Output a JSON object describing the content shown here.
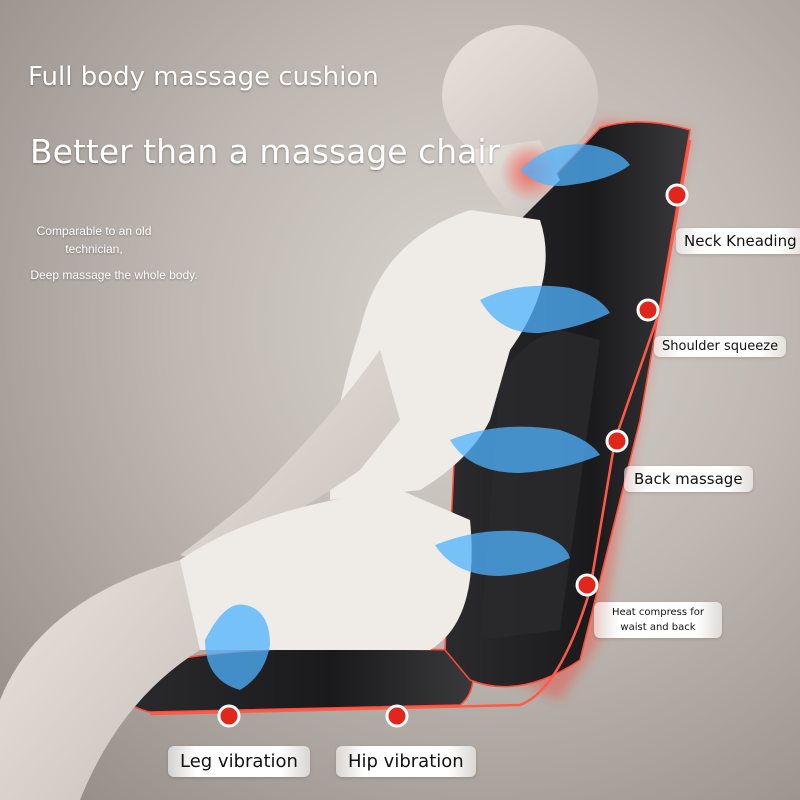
{
  "headline": {
    "title": "Full body massage cushion",
    "subtitle": "Better than a massage chair"
  },
  "description": {
    "line1": "Comparable to an old technician,",
    "line2": "Deep massage the whole body."
  },
  "labels": {
    "neck": "Neck Kneading",
    "shoulder": "Shoulder squeeze",
    "back": "Back massage",
    "heat": "Heat compress for waist and back",
    "leg": "Leg vibration",
    "hip": "Hip vibration"
  },
  "colors": {
    "accent_red": "#e2261c",
    "hand_blue": "#4fb3ff",
    "cushion_black": "#1c1c1e"
  }
}
